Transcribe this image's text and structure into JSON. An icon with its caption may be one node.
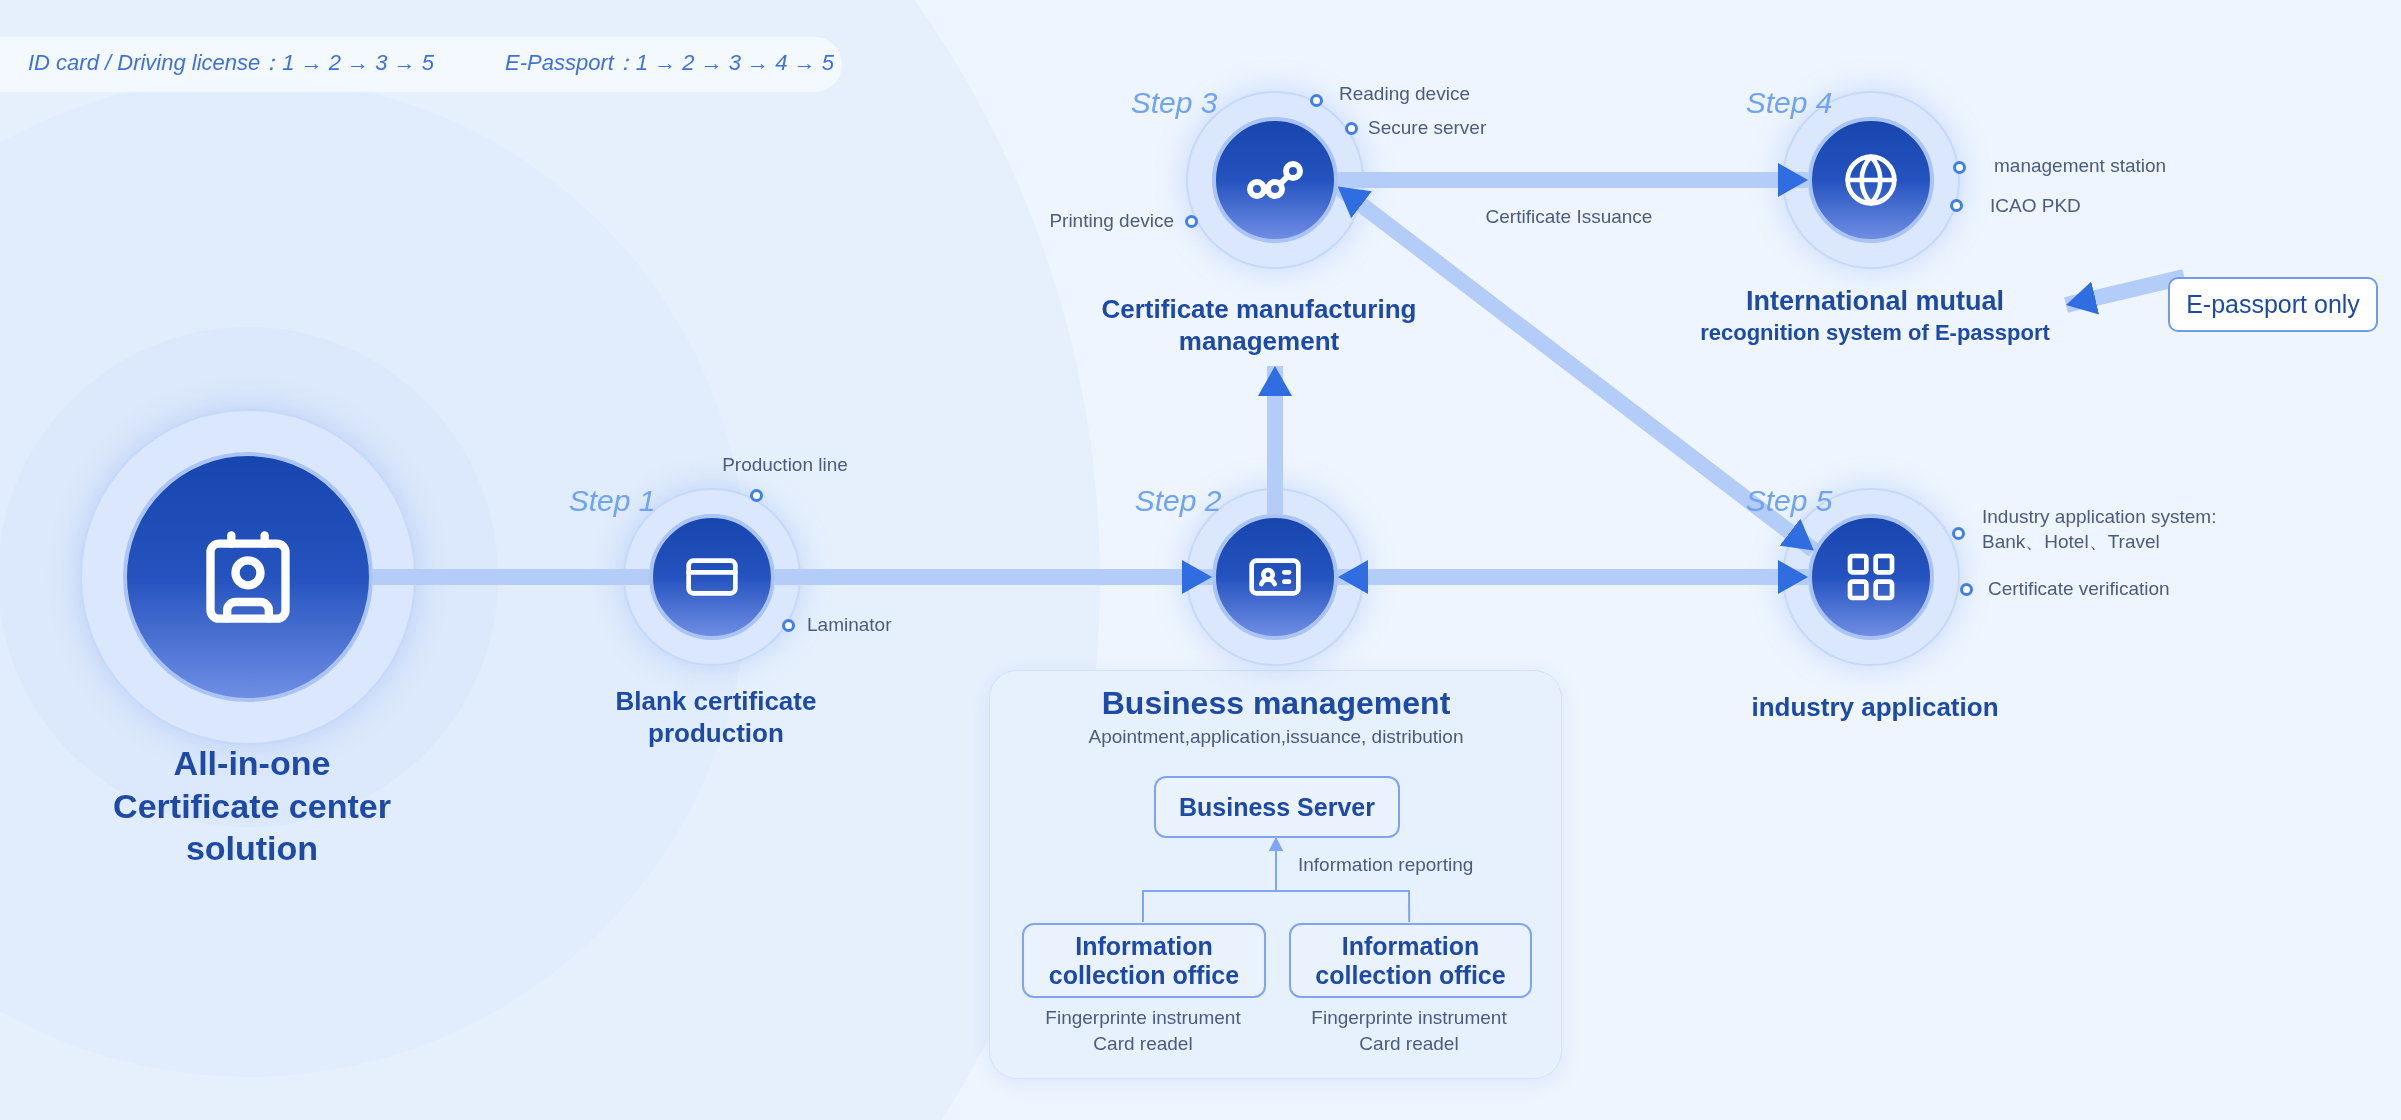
{
  "diagram": {
    "nodes": [
      {
        "text": [
          "All-in-one Certificate center solution"
        ]
      },
      {
        "text": [
          "Step 1",
          "Blank certificate production"
        ],
        "beside": [
          "Production line",
          "Laminator"
        ]
      },
      {
        "text": [
          "Step 2"
        ]
      },
      {
        "text": [
          "Business management",
          "Apointment,application,issuance, distribution"
        ]
      },
      {
        "text": [
          "Business Server"
        ],
        "in": 3
      },
      {
        "text": [
          "Information collection office"
        ],
        "in": 3,
        "beside": [
          "Fingerprinte instrument",
          "Card readel"
        ]
      },
      {
        "text": [
          "Information collection office"
        ],
        "in": 3,
        "beside": [
          "Fingerprinte instrument",
          "Card readel"
        ]
      },
      {
        "text": [
          "Step 3",
          "Reading device",
          "Secure server",
          "Printing device",
          "Certificate manufacturing management"
        ]
      },
      {
        "text": [
          "Step 4",
          "management station",
          "ICAO PKD",
          "International mutual",
          "recognition system of E-passport"
        ]
      },
      {
        "text": [
          "Step 5",
          "industry application"
        ],
        "beside": [
          "Industry application system: Bank、Hotel、Travel",
          "Certificate verification"
        ]
      },
      {
        "text": [
          "E-passport only"
        ]
      }
    ],
    "edges": [
      {
        "from": 0,
        "to": 1,
        "arrow": "none"
      },
      {
        "from": 1,
        "to": 2,
        "arrow": "to"
      },
      {
        "from": 2,
        "to": 7,
        "arrow": "to"
      },
      {
        "from": 7,
        "to": 8,
        "arrow": "to",
        "label": "Certificate Issuance"
      },
      {
        "from": 7,
        "to": 9,
        "arrow": "both"
      },
      {
        "from": 2,
        "to": 9,
        "arrow": "both"
      },
      {
        "from": 10,
        "to": 8,
        "arrow": "to"
      },
      {
        "from": 5,
        "to": 4,
        "arrow": "to",
        "label": "Information reporting",
        "color": "#7ea6f5"
      },
      {
        "from": 6,
        "to": 4,
        "arrow": "to",
        "color": "#7ea6f5"
      }
    ],
    "labels": [
      "ID card / Driving license：1 → 2 → 3 → 5",
      "E-Passport：1 → 2 → 3 → 4 → 5"
    ]
  }
}
